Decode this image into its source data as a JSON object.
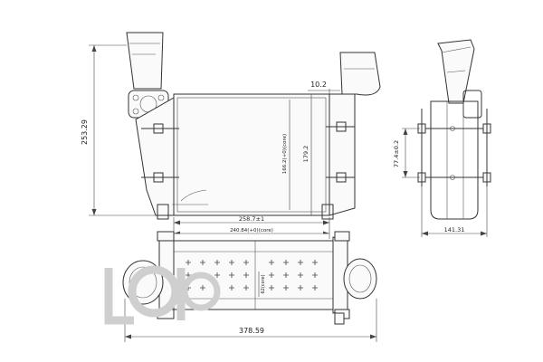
{
  "dimensions": {
    "height_total": "253.29",
    "tube_offset": "10.2",
    "core_height": "166.2(+0)(core)",
    "core_height_full": "179.2",
    "side_height": "77.4±0.2",
    "side_width": "141.31",
    "width_overall_top": "258.7±1",
    "core_width": "240.84(+0)(core)",
    "core_depth": "62(core)",
    "width_overall_bottom": "378.59"
  },
  "watermark": {
    "text": "LORO"
  }
}
